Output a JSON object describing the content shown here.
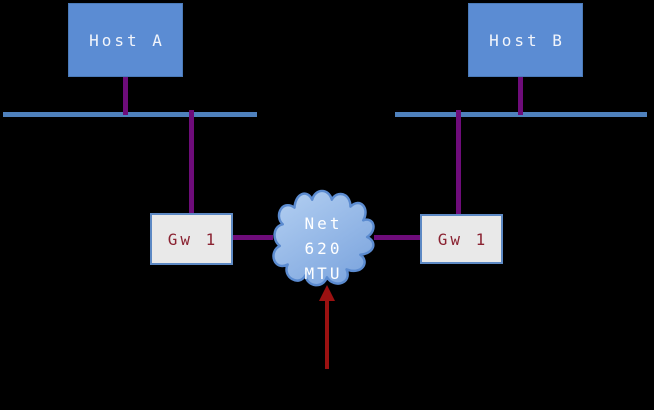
{
  "diagram": {
    "nodes": {
      "host_a": {
        "label": "Host A"
      },
      "host_b": {
        "label": "Host B"
      },
      "gw_left": {
        "label": "Gw 1"
      },
      "gw_right": {
        "label": "Gw 1"
      },
      "cloud": {
        "line1": "Net",
        "line2": "620",
        "line3": "MTU"
      }
    },
    "colors": {
      "background": "#000000",
      "host_fill": "#5b8cd3",
      "host_border": "#4a7ab8",
      "host_text": "#f2f5fb",
      "bus": "#4f81bd",
      "connector": "#6e0c7a",
      "gateway_fill": "#e9e9e9",
      "gateway_border": "#5d89c4",
      "gateway_text": "#8b2332",
      "cloud_fill_light": "#b4d0f2",
      "cloud_fill_dark": "#7fa7df",
      "cloud_border": "#5b8bd0",
      "cloud_text": "#ffffff",
      "arrow": "#9b1111"
    }
  }
}
